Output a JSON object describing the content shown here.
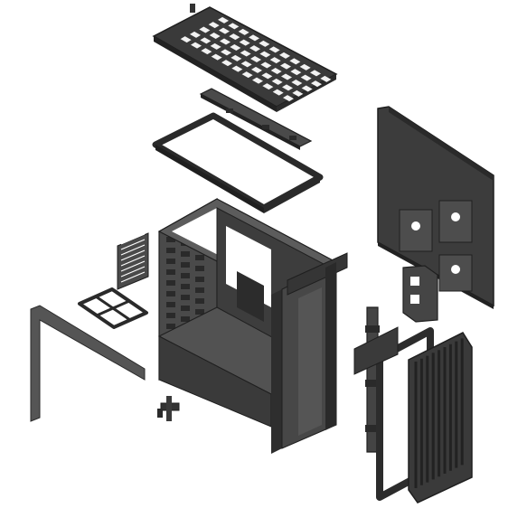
{
  "illustration": {
    "subject": "exploded-view-pc-case",
    "colors": {
      "background": "#ffffff",
      "metal_dark": "#3a3a3a",
      "metal_mid": "#555555",
      "metal_light": "#8a8a8a",
      "edge": "#1f1f1f",
      "mesh_hole": "#f2f2f2"
    },
    "parts": [
      {
        "id": "top-mesh-panel",
        "label": ""
      },
      {
        "id": "top-bracket-rail",
        "label": ""
      },
      {
        "id": "top-frame",
        "label": ""
      },
      {
        "id": "chassis",
        "label": ""
      },
      {
        "id": "side-panel",
        "label": ""
      },
      {
        "id": "drive-cage",
        "label": ""
      },
      {
        "id": "front-frame",
        "label": ""
      },
      {
        "id": "front-mesh-panel",
        "label": ""
      },
      {
        "id": "fan-bracket",
        "label": ""
      },
      {
        "id": "vent-grille",
        "label": ""
      },
      {
        "id": "dust-filter",
        "label": ""
      },
      {
        "id": "side-strip",
        "label": ""
      },
      {
        "id": "io-connector",
        "label": ""
      }
    ]
  }
}
